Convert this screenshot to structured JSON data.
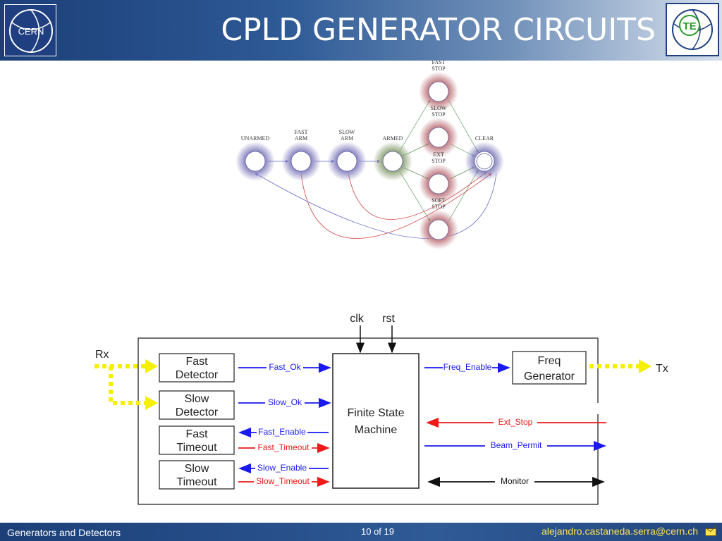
{
  "header": {
    "title": "CPLD GENERATOR CIRCUITS",
    "left_logo": "CERN",
    "right_logo": "TE"
  },
  "state_diagram": {
    "states": [
      {
        "id": "unarmed",
        "label": [
          "UNARMED"
        ],
        "color": "#8a86c0"
      },
      {
        "id": "fast_arm",
        "label": [
          "FAST",
          "ARM"
        ],
        "color": "#8a86c0"
      },
      {
        "id": "slow_arm",
        "label": [
          "SLOW",
          "ARM"
        ],
        "color": "#8a86c0"
      },
      {
        "id": "armed",
        "label": [
          "ARMED"
        ],
        "color": "#8fa37a"
      },
      {
        "id": "fast_stop",
        "label": [
          "FAST",
          "STOP"
        ],
        "color": "#c07a80"
      },
      {
        "id": "slow_stop",
        "label": [
          "SLOW",
          "STOP"
        ],
        "color": "#c07a80"
      },
      {
        "id": "ext_stop",
        "label": [
          "EXT",
          "STOP"
        ],
        "color": "#c07a80"
      },
      {
        "id": "soft_stop",
        "label": [
          "SOFT",
          "STOP"
        ],
        "color": "#c07a80"
      },
      {
        "id": "clear",
        "label": [
          "CLEAR"
        ],
        "color": "#8a86c0"
      }
    ]
  },
  "block_diagram": {
    "clk": "clk",
    "rst": "rst",
    "rx": "Rx",
    "tx": "Tx",
    "fast_detector": [
      "Fast",
      "Detector"
    ],
    "slow_detector": [
      "Slow",
      "Detector"
    ],
    "fast_timeout": [
      "Fast",
      "Timeout"
    ],
    "slow_timeout": [
      "Slow",
      "Timeout"
    ],
    "fsm": [
      "Finite State",
      "Machine"
    ],
    "freq_generator": [
      "Freq",
      "Generator"
    ],
    "signals": {
      "fast_ok": "Fast_Ok",
      "slow_ok": "Slow_Ok",
      "fast_enable": "Fast_Enable",
      "fast_timeout": "Fast_Timeout",
      "slow_enable": "Slow_Enable",
      "slow_timeout": "Slow_Timeout",
      "freq_enable": "Freq_Enable",
      "ext_stop": "Ext_Stop",
      "beam_permit": "Beam_Permit",
      "monitor": "Monitor"
    },
    "colors": {
      "blue": "#1a1aee",
      "red": "#ee1a1a",
      "black": "#111111",
      "yellow": "#f5f000"
    }
  },
  "footer": {
    "left": "Generators and Detectors",
    "page": "10 of 19",
    "email": "alejandro.castaneda.serra@cern.ch"
  }
}
